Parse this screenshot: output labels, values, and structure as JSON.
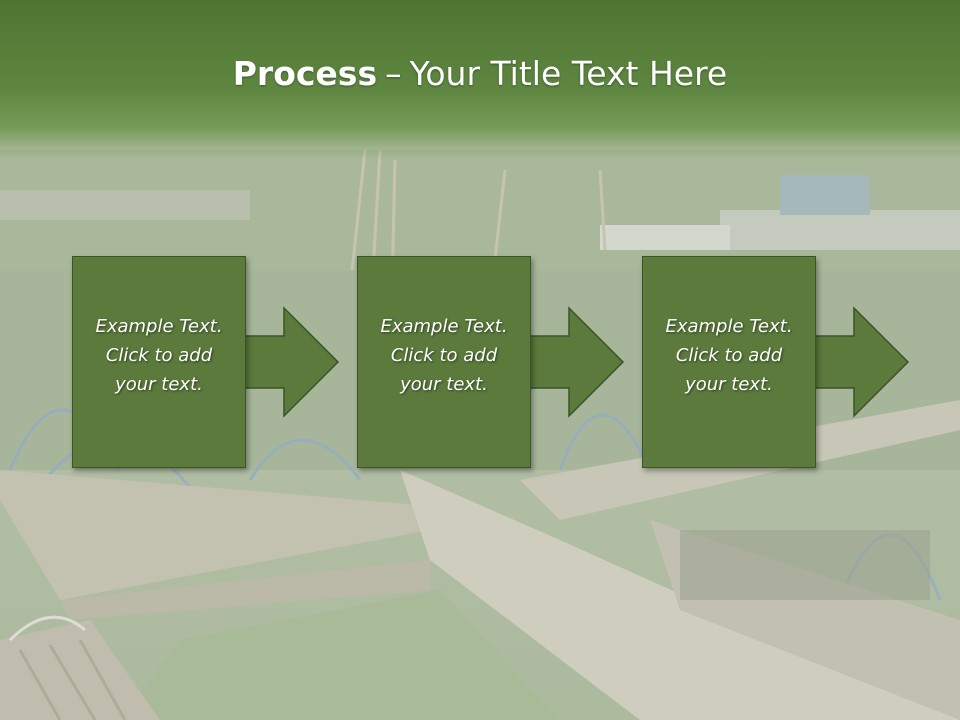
{
  "slide": {
    "title_bold": "Process",
    "title_dash": "–",
    "title_rest": "Your Title Text Here"
  },
  "steps": [
    {
      "text": "Example Text.\nClick  to add\nyour text."
    },
    {
      "text": "Example Text.\nClick  to add\nyour text."
    },
    {
      "text": "Example Text.\nClick  to add\nyour text."
    }
  ],
  "colors": {
    "title_band": "#5e8640",
    "box_fill": "#5b7a3c",
    "box_border": "#3b5426",
    "text": "#ffffff"
  },
  "icons": {
    "step_arrow": "right-arrow-icon",
    "background": "garden-allotment-photo"
  }
}
